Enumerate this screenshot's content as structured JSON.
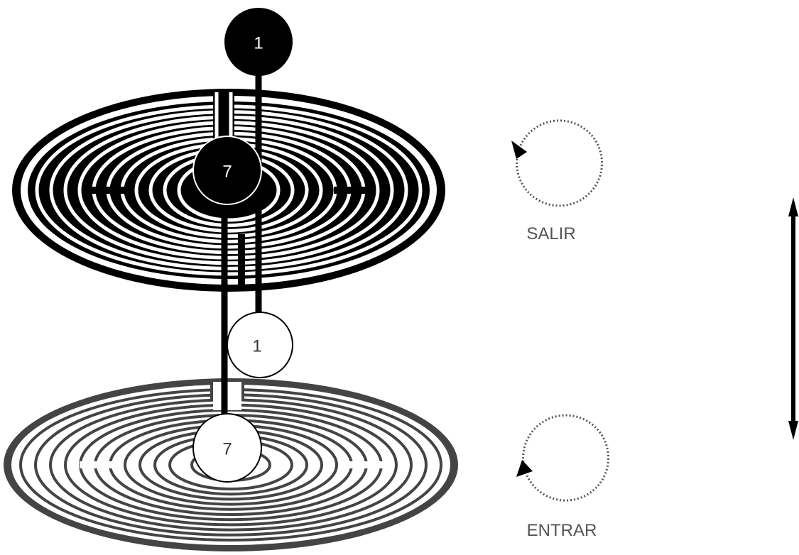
{
  "diagram": {
    "top_labyrinth": {
      "style": "solid-black",
      "entry_node": {
        "label": "1"
      },
      "center_node": {
        "label": "7"
      }
    },
    "bottom_labyrinth": {
      "style": "white-outline",
      "entry_node": {
        "label": "1"
      },
      "center_node": {
        "label": "7"
      }
    },
    "rotations": [
      {
        "label": "SALIR",
        "direction": "counterclockwise",
        "icon": "dotted-circular-arrow-icon"
      },
      {
        "label": "ENTRAR",
        "direction": "clockwise",
        "icon": "dotted-circular-arrow-icon"
      }
    ],
    "side_arrow": {
      "icon": "double-headed-vertical-arrow-icon"
    },
    "colors": {
      "ink": "#000000",
      "light_ink": "#555555",
      "paper": "#ffffff",
      "caption": "#555555"
    }
  }
}
